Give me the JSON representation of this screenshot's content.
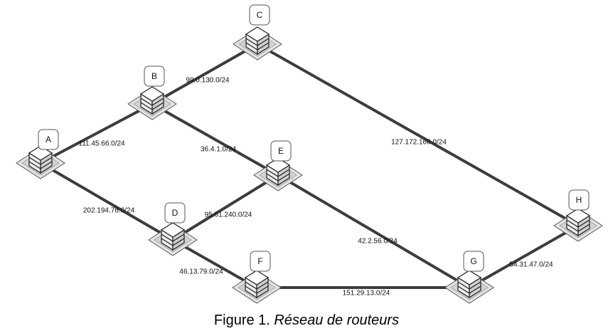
{
  "routers": [
    {
      "id": "A",
      "label": "A"
    },
    {
      "id": "B",
      "label": "B"
    },
    {
      "id": "C",
      "label": "C"
    },
    {
      "id": "D",
      "label": "D"
    },
    {
      "id": "E",
      "label": "E"
    },
    {
      "id": "F",
      "label": "F"
    },
    {
      "id": "G",
      "label": "G"
    },
    {
      "id": "H",
      "label": "H"
    }
  ],
  "links": [
    {
      "from": "A",
      "to": "B",
      "network": "111.45.66.0/24"
    },
    {
      "from": "A",
      "to": "D",
      "network": "202.194.76.0/24"
    },
    {
      "from": "B",
      "to": "C",
      "network": "99.0.130.0/24"
    },
    {
      "from": "B",
      "to": "E",
      "network": "36.4.1.0/24"
    },
    {
      "from": "C",
      "to": "H",
      "network": "127.172.166.0/24"
    },
    {
      "from": "D",
      "to": "E",
      "network": "95.61.240.0/24"
    },
    {
      "from": "D",
      "to": "F",
      "network": "46.13.79.0/24"
    },
    {
      "from": "E",
      "to": "G",
      "network": "42.2.56.0/24"
    },
    {
      "from": "F",
      "to": "G",
      "network": "151.29.13.0/24"
    },
    {
      "from": "G",
      "to": "H",
      "network": "54.31.47.0/24"
    }
  ],
  "caption": {
    "prefix": "Figure 1. ",
    "title": "Réseau de routeurs"
  }
}
